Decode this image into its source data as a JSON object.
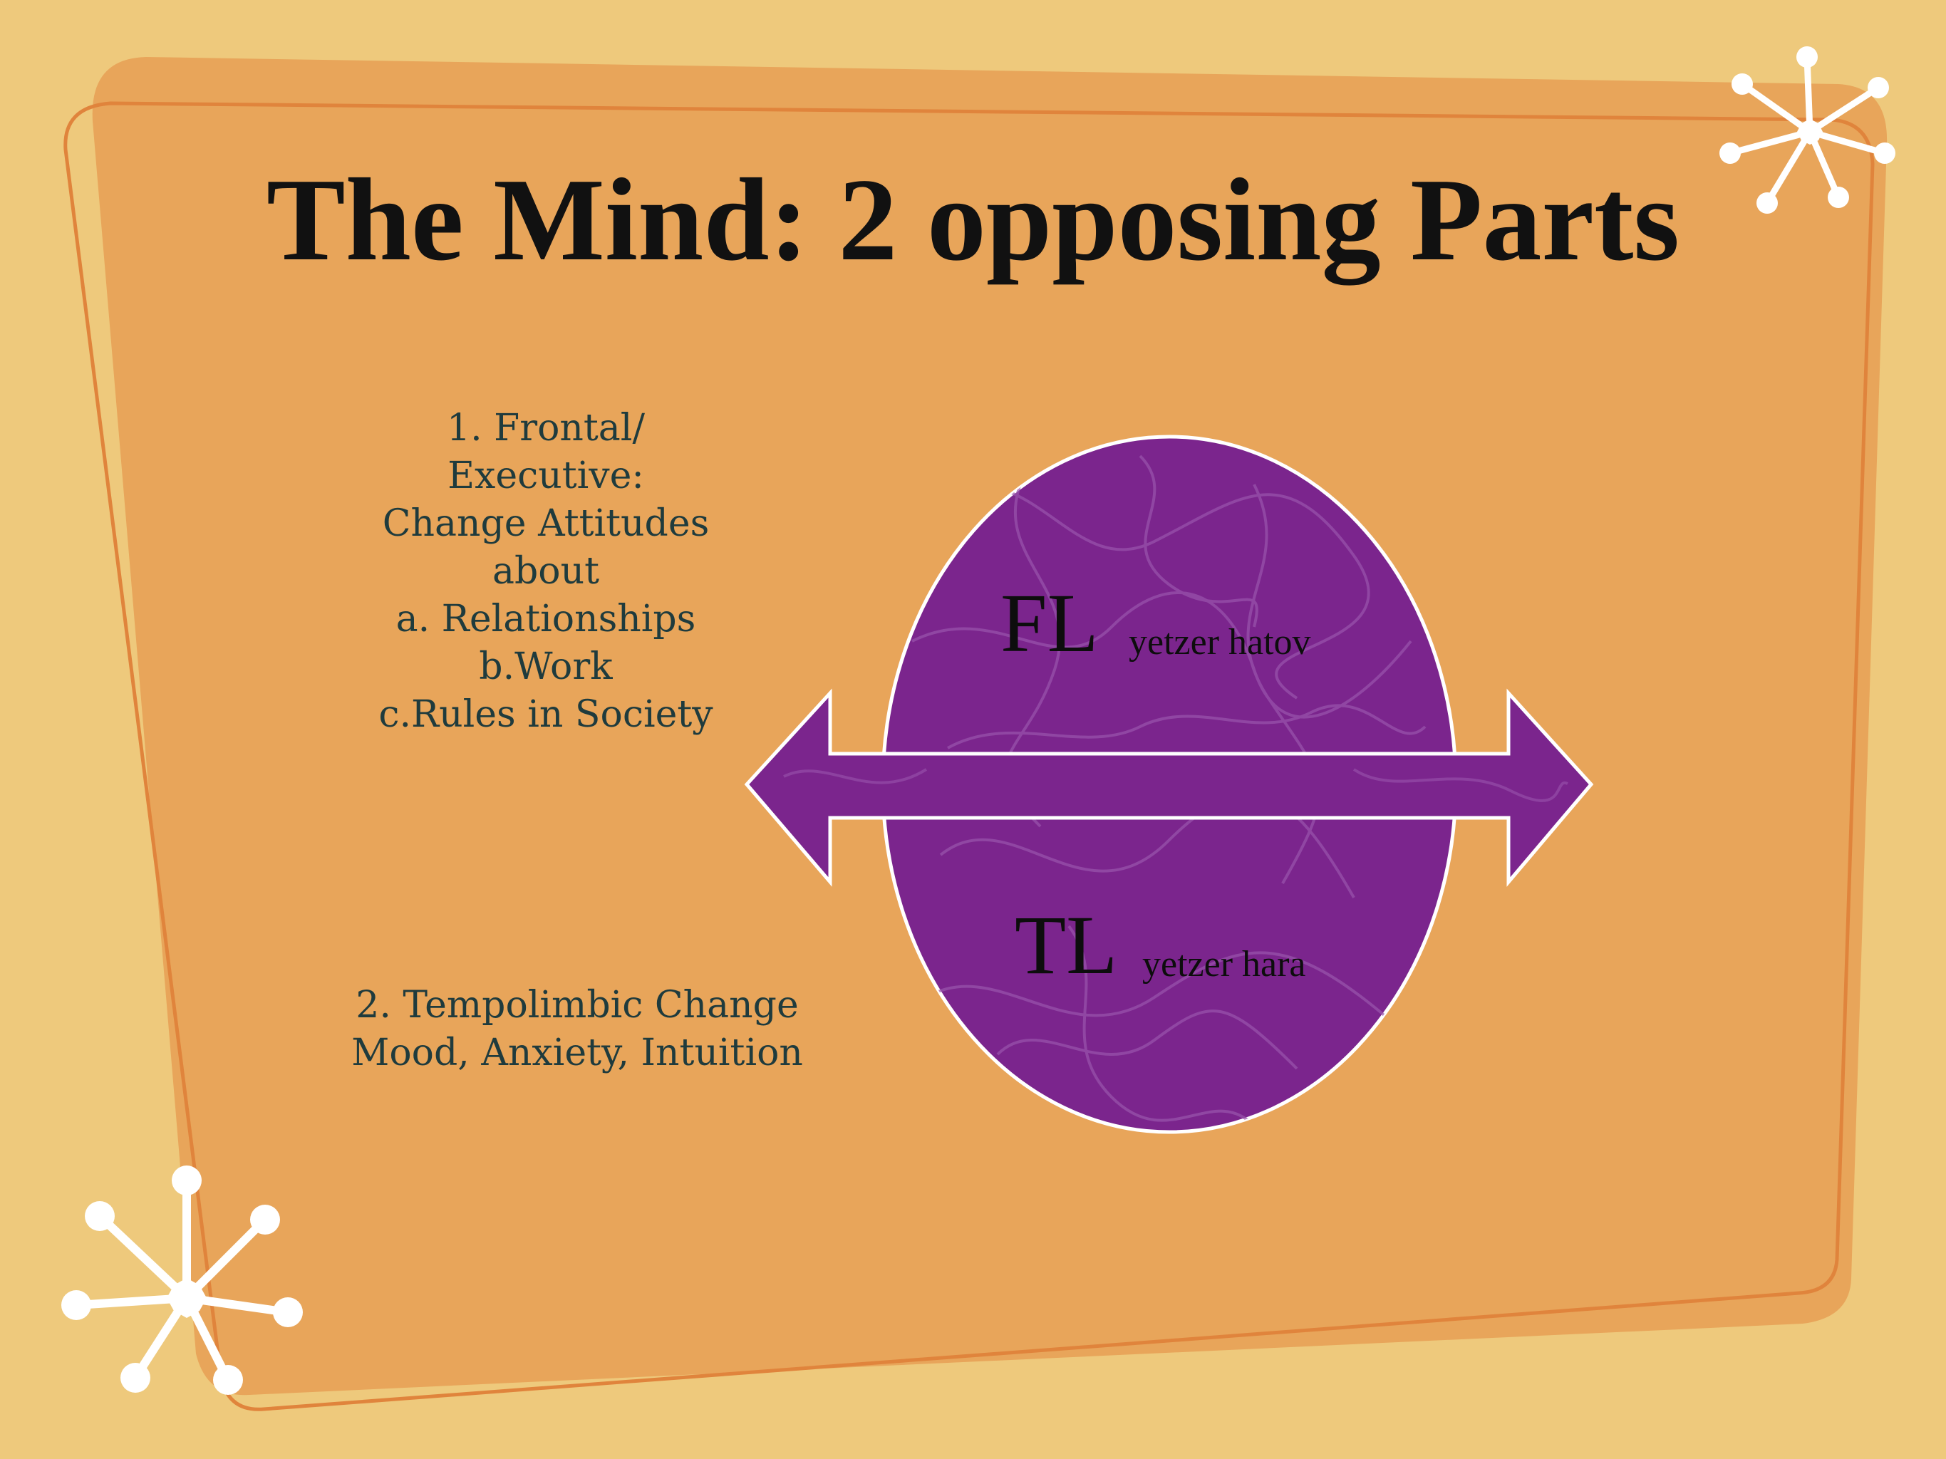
{
  "slide": {
    "title": "The Mind: 2 opposing Parts"
  },
  "frontal_block": {
    "lines": [
      "1. Frontal/",
      "Executive:",
      "Change Attitudes",
      "about",
      "a. Relationships",
      "b.Work",
      "c.Rules in Society"
    ]
  },
  "tempolimbic_block": {
    "lines": [
      "2. Tempolimbic Change",
      "Mood, Anxiety, Intuition"
    ]
  },
  "diagram": {
    "upper_part": {
      "abbr": "FL",
      "description": "yetzer hatov"
    },
    "lower_part": {
      "abbr": "TL",
      "description": "yetzer hara"
    },
    "connector": "double-headed-arrow"
  },
  "decorations": [
    "starburst-icon",
    "starburst-icon"
  ],
  "colors": {
    "background": "#EEC97C",
    "panel": "#E8A55A",
    "panel_outline": "#E0843C",
    "oval_fill": "#7B258D",
    "oval_stroke": "#FFFFFF",
    "body_text": "#1F3B3D",
    "title_text": "#111111"
  }
}
